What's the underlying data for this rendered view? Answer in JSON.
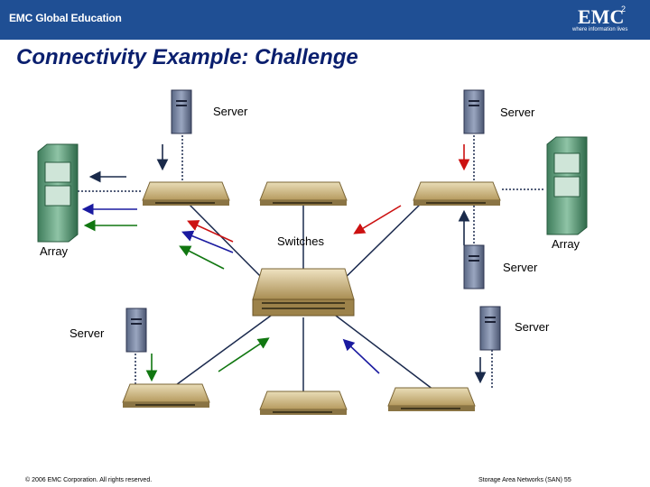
{
  "header": {
    "brand_left": "EMC Global Education",
    "brand_logo": "EMC",
    "brand_logo_sup": "2",
    "brand_tagline": "where information lives"
  },
  "title": "Connectivity Example: Challenge",
  "labels": {
    "server_top_left": "Server",
    "server_top_right": "Server",
    "array_left": "Array",
    "array_right": "Array",
    "switches": "Switches",
    "server_mid_right": "Server",
    "server_bottom_left": "Server",
    "server_bottom_right": "Server"
  },
  "footer": {
    "copyright": "© 2006 EMC Corporation. All rights reserved.",
    "course": "Storage Area Networks (SAN) 55"
  },
  "colors": {
    "header_bg": "#1f4f94",
    "title": "#0a1f6e",
    "arrow_red": "#cc1111",
    "arrow_blue": "#1a1aa0",
    "arrow_green": "#117711",
    "arrow_dark": "#1a2a4a"
  },
  "icons": [
    "server-tower-icon",
    "storage-array-icon",
    "fibre-switch-icon",
    "core-switch-icon"
  ]
}
